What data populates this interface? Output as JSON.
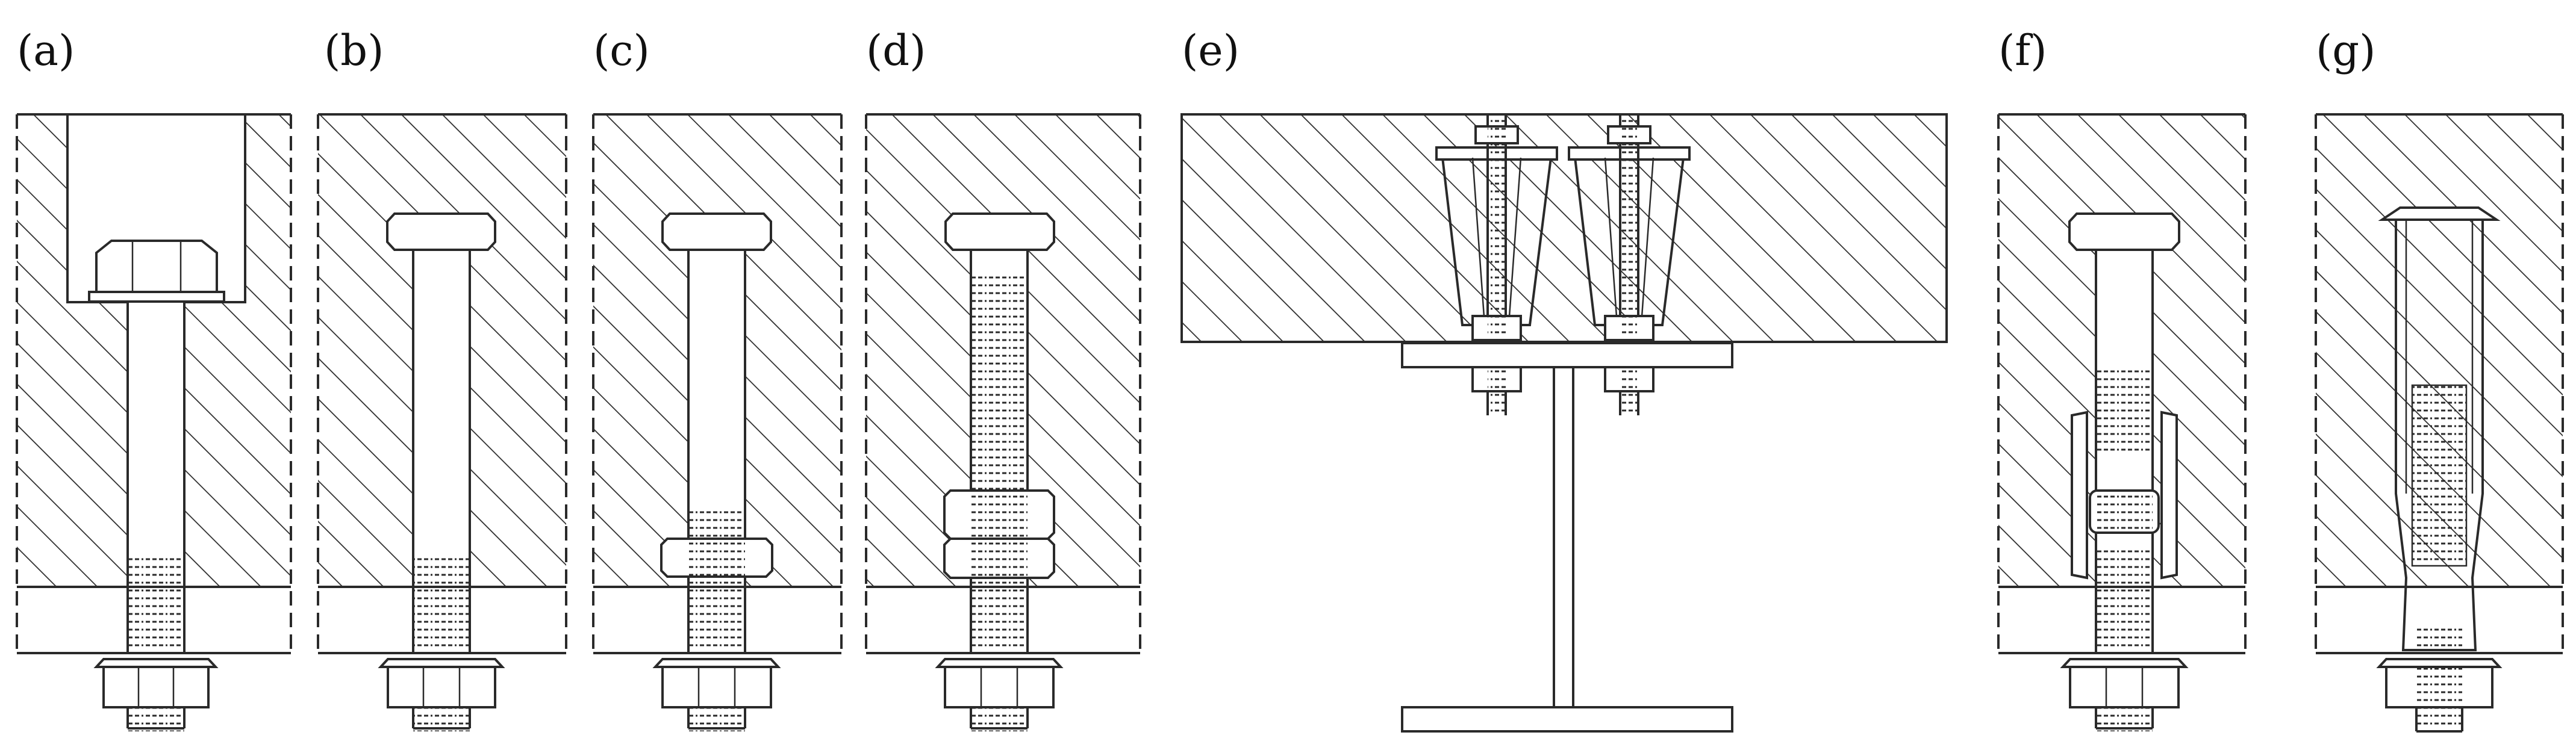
{
  "figure": {
    "panels": [
      {
        "id": "a",
        "label": "(a)"
      },
      {
        "id": "b",
        "label": "(b)"
      },
      {
        "id": "c",
        "label": "(c)"
      },
      {
        "id": "d",
        "label": "(d)"
      },
      {
        "id": "e",
        "label": "(e)"
      },
      {
        "id": "f",
        "label": "(f)"
      },
      {
        "id": "g",
        "label": "(g)"
      }
    ]
  },
  "colors": {
    "line": "#2a2a2a",
    "background": "#ffffff"
  }
}
